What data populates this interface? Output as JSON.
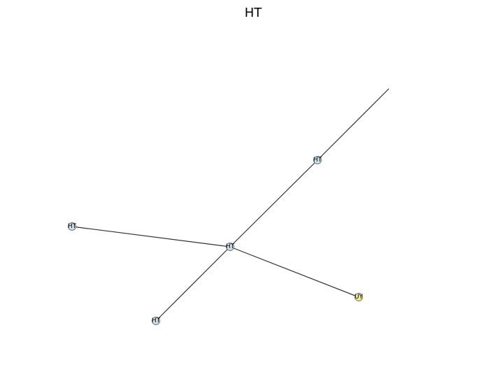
{
  "title": "HT",
  "colors": {
    "edge": "#333333",
    "node_ht": "#c8e0ea",
    "node_uy": "#f2ec8a",
    "node_stroke": "#555555"
  },
  "nodes": [
    {
      "id": "n_top",
      "label": "HT",
      "color_key": "node_ht"
    },
    {
      "id": "n_center",
      "label": "HT",
      "color_key": "node_ht"
    },
    {
      "id": "n_left",
      "label": "HT",
      "color_key": "node_ht"
    },
    {
      "id": "n_bottom",
      "label": "HT",
      "color_key": "node_ht"
    },
    {
      "id": "n_right",
      "label": "UY",
      "color_key": "node_uy"
    }
  ],
  "edges": [
    {
      "from": "n_center",
      "to": "n_top"
    },
    {
      "from": "n_center",
      "to": "n_left"
    },
    {
      "from": "n_center",
      "to": "n_bottom"
    },
    {
      "from": "n_center",
      "to": "n_right"
    }
  ]
}
